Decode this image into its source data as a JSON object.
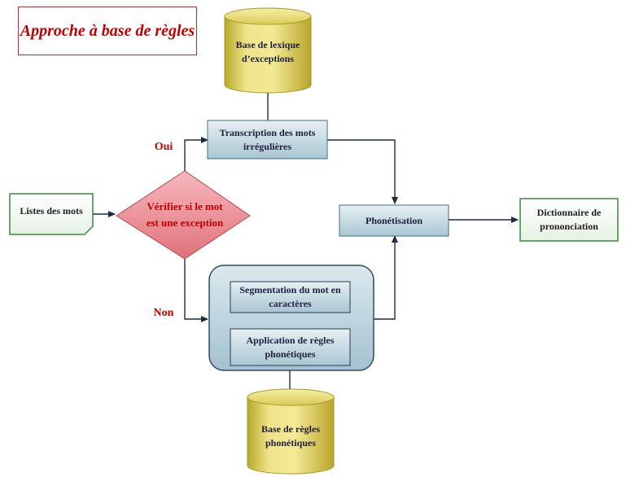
{
  "title": "Approche à base de règles",
  "nodes": {
    "lexicon_db": "Base de lexique d’exceptions",
    "transcription": "Transcription des mots irrégulières",
    "words_list": "Listes des mots",
    "decision": "Vérifier si le mot est une exception",
    "phonetisation": "Phonétisation",
    "dictionary": "Dictionnaire de prononciation",
    "segmentation": "Segmentation du mot en caractères",
    "rules_application": "Application de règles phonétiques",
    "rules_db": "Base de règles phonétiques"
  },
  "branches": {
    "yes": "Oui",
    "no": "Non"
  },
  "colors": {
    "title_red": "#c00000",
    "db_yellow": "#e8df5c",
    "process_blue": "#c9dde4",
    "green_border": "#3a8a3a",
    "decision_red": "#e8828a",
    "edge": "#1f2a44"
  }
}
